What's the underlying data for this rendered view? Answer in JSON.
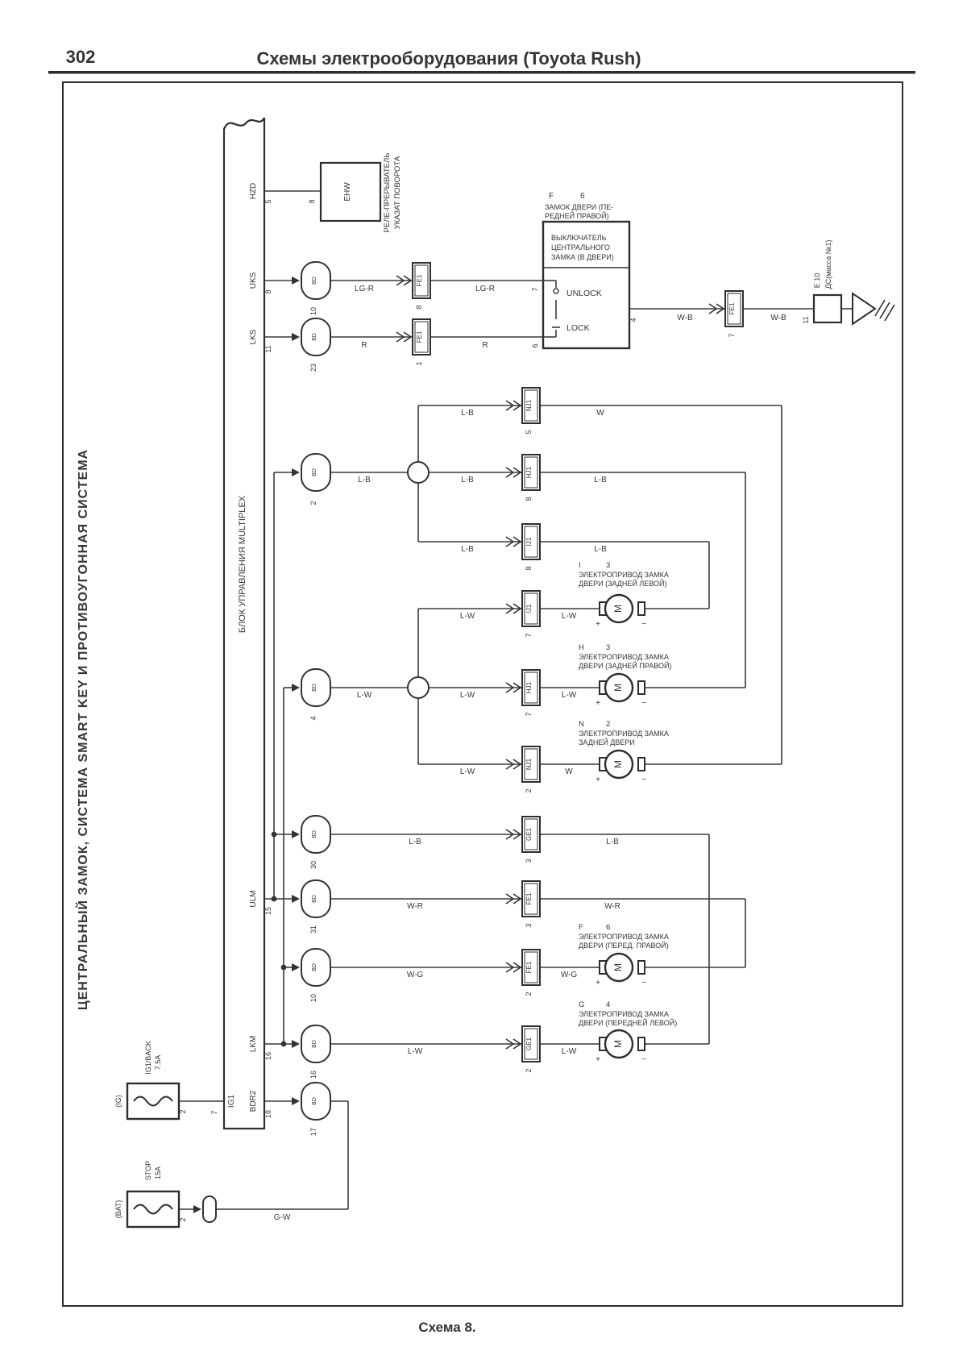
{
  "page": {
    "number": "302",
    "title": "Схемы электрооборудования (Toyota Rush)",
    "caption": "Схема 8.",
    "side_title": "ЦЕНТРАЛЬНЫЙ ЗАМОК, СИСТЕМА SMART KEY И ПРОТИВОУГОННАЯ СИСТЕМА"
  },
  "bus": {
    "label": "БЛОК УПРАВЛЕНИЯ MULTIPLEX",
    "signals": {
      "hzd": {
        "name": "HZD",
        "pin": "5"
      },
      "uks": {
        "name": "UKS",
        "pin": "8"
      },
      "lks": {
        "name": "LKS",
        "pin": "11"
      },
      "ulm": {
        "name": "ULM",
        "pin": "15"
      },
      "lkm": {
        "name": "LKM",
        "pin": "16"
      },
      "ig1": {
        "name": "IG1",
        "pin": "7"
      },
      "bdr2": {
        "name": "BDR2",
        "pin": "18"
      }
    }
  },
  "relay": {
    "id": "EHW",
    "pin": "8",
    "desc1": "РЕЛЕ-ПРЕРЫВАТЕЛЬ",
    "desc2": "УКАЗАТ ПОВОРОТА"
  },
  "uks_row": {
    "oval": "BD",
    "oval_num": "10",
    "wire1": "LG-R",
    "conn": "FE1",
    "conn_pin": "8",
    "wire2": "LG-R",
    "dest_pin": "7"
  },
  "lks_row": {
    "oval": "BD",
    "oval_num": "23",
    "wire1": "R",
    "conn": "FE1",
    "conn_pin": "1",
    "wire2": "R",
    "dest_pin": "6"
  },
  "lock_switch": {
    "ref": "F",
    "ref_num": "6",
    "name1": "ЗАМОК ДВЕРИ (ПЕ-",
    "name2": "РЕДНЕЙ ПРАВОЙ)",
    "sub1": "ВЫКЛЮЧАТЕЛЬ",
    "sub2": "ЦЕНТРАЛЬНОГО",
    "sub3": "ЗАМКА (В ДВЕРИ)",
    "unlock": "UNLOCK",
    "lock": "LOCK",
    "out_pin": "4"
  },
  "ground_path": {
    "wire1": "W-B",
    "conn": "FE1",
    "conn_pin": "7",
    "wire2": "W-B",
    "pin": "11",
    "ref": "E 10",
    "label": "ДС(масса №1)"
  },
  "rows": [
    {
      "wire1": "L-B",
      "conn": "NJ1",
      "pin": "5",
      "wire2": "W"
    },
    {
      "oval": "BD",
      "oval_num": "2",
      "wire0": "L-B",
      "wire1": "L-B",
      "conn": "HJ1",
      "pin": "8",
      "wire2": "L-B"
    },
    {
      "wire1": "L-B",
      "conn": "IJ1",
      "pin": "8",
      "wire2": "L-B"
    },
    {
      "wire1": "L-W",
      "conn": "IJ1",
      "pin": "7",
      "wire2": "L-W"
    },
    {
      "oval": "BD",
      "oval_num": "4",
      "wire0": "L-W",
      "wire1": "L-W",
      "conn": "HJ1",
      "pin": "7",
      "wire2": "L-W"
    },
    {
      "wire1": "L-W",
      "conn": "NJ1",
      "pin": "2",
      "wire2": "W"
    },
    {
      "oval": "BD",
      "oval_num": "30",
      "wire1": "L-B",
      "conn": "GE1",
      "pin": "3",
      "wire2": "L-B"
    },
    {
      "oval": "BD",
      "oval_num": "31",
      "wire1": "W-R",
      "conn": "FE1",
      "pin": "3",
      "wire2": "W-R"
    },
    {
      "oval": "BD",
      "oval_num": "10",
      "wire1": "W-G",
      "conn": "FE1",
      "pin": "2",
      "wire2": "W-G"
    },
    {
      "oval": "BD",
      "oval_num": "16",
      "wire1": "L-W",
      "conn": "GE1",
      "pin": "2",
      "wire2": "L-W"
    }
  ],
  "motors": [
    {
      "ref": "I",
      "num": "3",
      "desc1": "ЭЛЕКТРОПРИВОД ЗАМКА",
      "desc2": "ДВЕРИ (ЗАДНЕЙ ЛЕВОЙ)",
      "sym": "M",
      "plus": "+",
      "minus": "−"
    },
    {
      "ref": "H",
      "num": "3",
      "desc1": "ЭЛЕКТРОПРИВОД ЗАМКА",
      "desc2": "ДВЕРИ (ЗАДНЕЙ ПРАВОЙ)",
      "sym": "M",
      "plus": "+",
      "minus": "−"
    },
    {
      "ref": "N",
      "num": "2",
      "desc1": "ЭЛЕКТРОПРИВОД ЗАМКА",
      "desc2": "ЗАДНЕЙ ДВЕРИ",
      "sym": "M",
      "plus": "+",
      "minus": "−"
    },
    {
      "ref": "F",
      "num": "6",
      "desc1": "ЭЛЕКТРОПРИВОД ЗАМКА",
      "desc2": "ДВЕРИ (ПЕРЕД. ПРАВОЙ)",
      "sym": "M",
      "plus": "+",
      "minus": "−"
    },
    {
      "ref": "G",
      "num": "4",
      "desc1": "ЭЛЕКТРОПРИВОД ЗАМКА",
      "desc2": "ДВЕРИ (ПЕРЕДНЕЙ ЛЕВОЙ)",
      "sym": "M",
      "plus": "+",
      "minus": "−"
    }
  ],
  "bdr2_row": {
    "oval": "BD",
    "oval_num": "17"
  },
  "power": {
    "ig_fuse": {
      "side": "(IG)",
      "name": "IG1/BACK",
      "rating": "7.5A",
      "pin": "2"
    },
    "bat_fuse": {
      "side": "(BAT)",
      "name": "STOP",
      "rating": "15A",
      "pin": "2"
    },
    "wire": "G-W"
  }
}
